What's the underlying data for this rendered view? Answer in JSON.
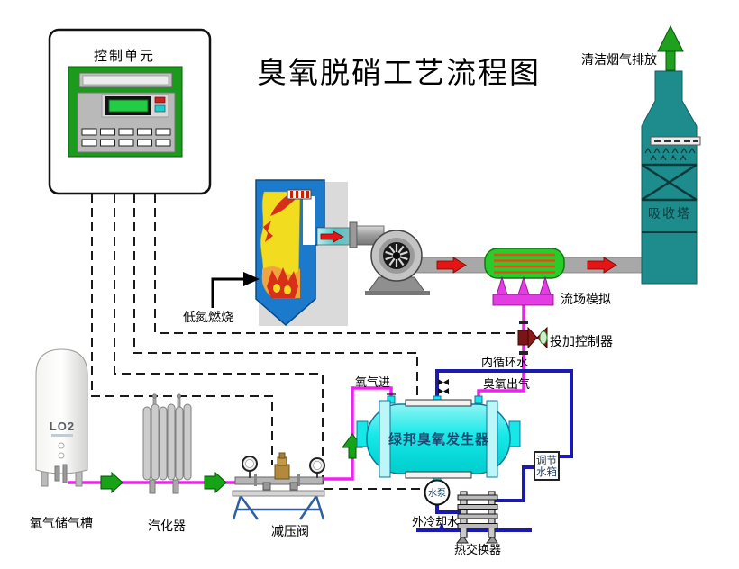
{
  "title": "臭氧脱硝工艺流程图",
  "control_unit": {
    "label": "控制单元"
  },
  "labels": {
    "clean_gas": "清洁烟气排放",
    "absorber": "吸收塔",
    "low_nox": "低氮燃烧",
    "flow_sim": "流场模拟",
    "dosing_ctrl": "投加控制器",
    "inner_water": "内循环水",
    "ozone_out": "臭氧出气",
    "oxygen_in": "氧气进",
    "generator": "绿邦臭氧发生器",
    "pump": "水泵",
    "ext_cooling": "外冷却水",
    "hx": "热交换器",
    "reg_tank_line1": "调节",
    "reg_tank_line2": "水箱",
    "o2_tank": "氧气储气槽",
    "vaporizer": "汽化器",
    "prv": "减压阀",
    "lo2": "LO2"
  },
  "colors": {
    "pipe_magenta": "#EE22EE",
    "pipe_blue": "#1A1AB0",
    "duct_gray": "#A8A8A8",
    "arrow_red": "#E51515",
    "arrow_green": "#16A316",
    "tower_teal": "#1E8C8C",
    "tank_cyan": "#16E8E8",
    "panel_green": "#1B9B1B",
    "unit_green": "#2ACC2A",
    "nozzle_magenta": "#E23CE2",
    "furnace_blue": "#1B7ACC",
    "flame_yellow": "#F2DC20",
    "flame_orange": "#EFA440",
    "flame_red": "#D83018"
  }
}
